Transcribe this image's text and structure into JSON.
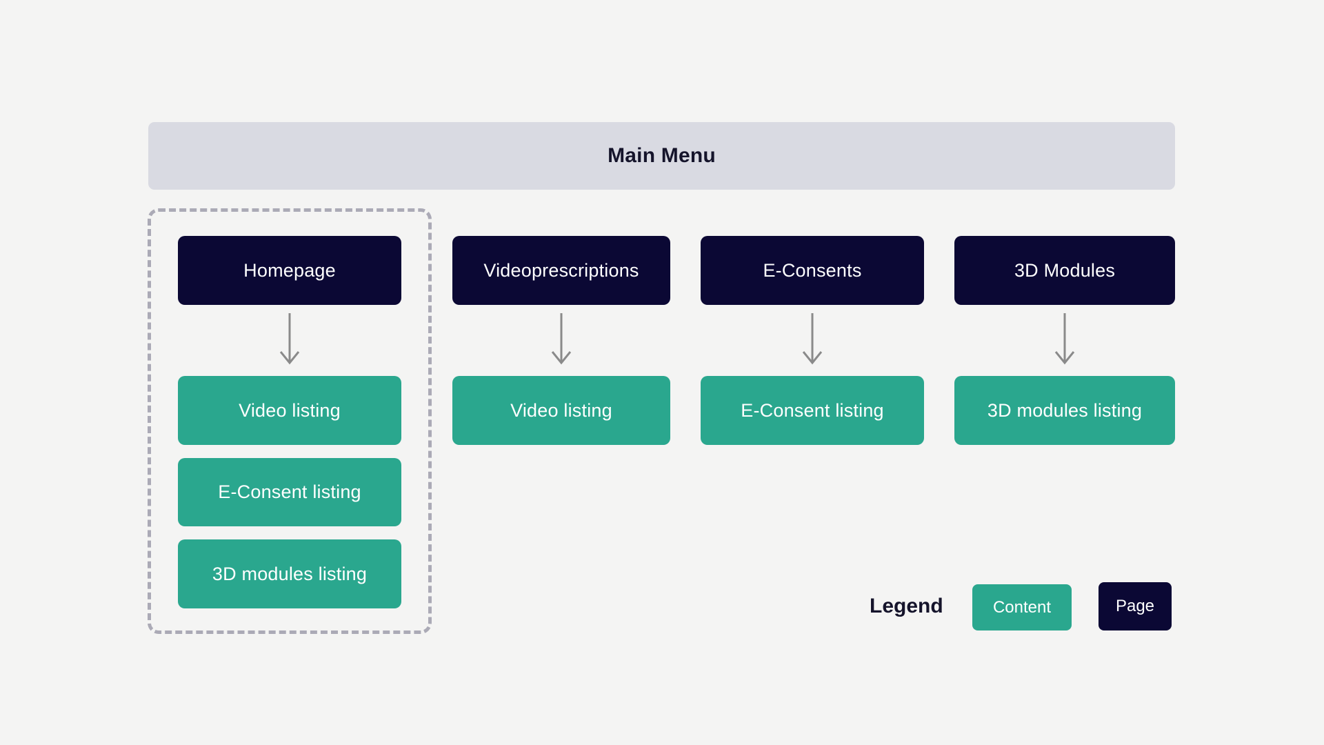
{
  "header": {
    "title": "Main Menu"
  },
  "colors": {
    "background": "#f4f4f3",
    "menubar": "#d9dae2",
    "page_node": "#0b0834",
    "content_node": "#2aa78e",
    "dashed_outline": "#abaab6",
    "arrow": "#8a8a8a"
  },
  "columns": [
    {
      "page": "Homepage",
      "highlighted_group": true,
      "children": [
        "Video listing",
        "E-Consent listing",
        "3D modules listing"
      ]
    },
    {
      "page": "Videoprescriptions",
      "highlighted_group": false,
      "children": [
        "Video listing"
      ]
    },
    {
      "page": "E-Consents",
      "highlighted_group": false,
      "children": [
        "E-Consent listing"
      ]
    },
    {
      "page": "3D Modules",
      "highlighted_group": false,
      "children": [
        "3D modules listing"
      ]
    }
  ],
  "legend": {
    "label": "Legend",
    "items": [
      {
        "label": "Content",
        "color": "#2aa78e"
      },
      {
        "label": "Page",
        "color": "#0b0834"
      }
    ]
  }
}
